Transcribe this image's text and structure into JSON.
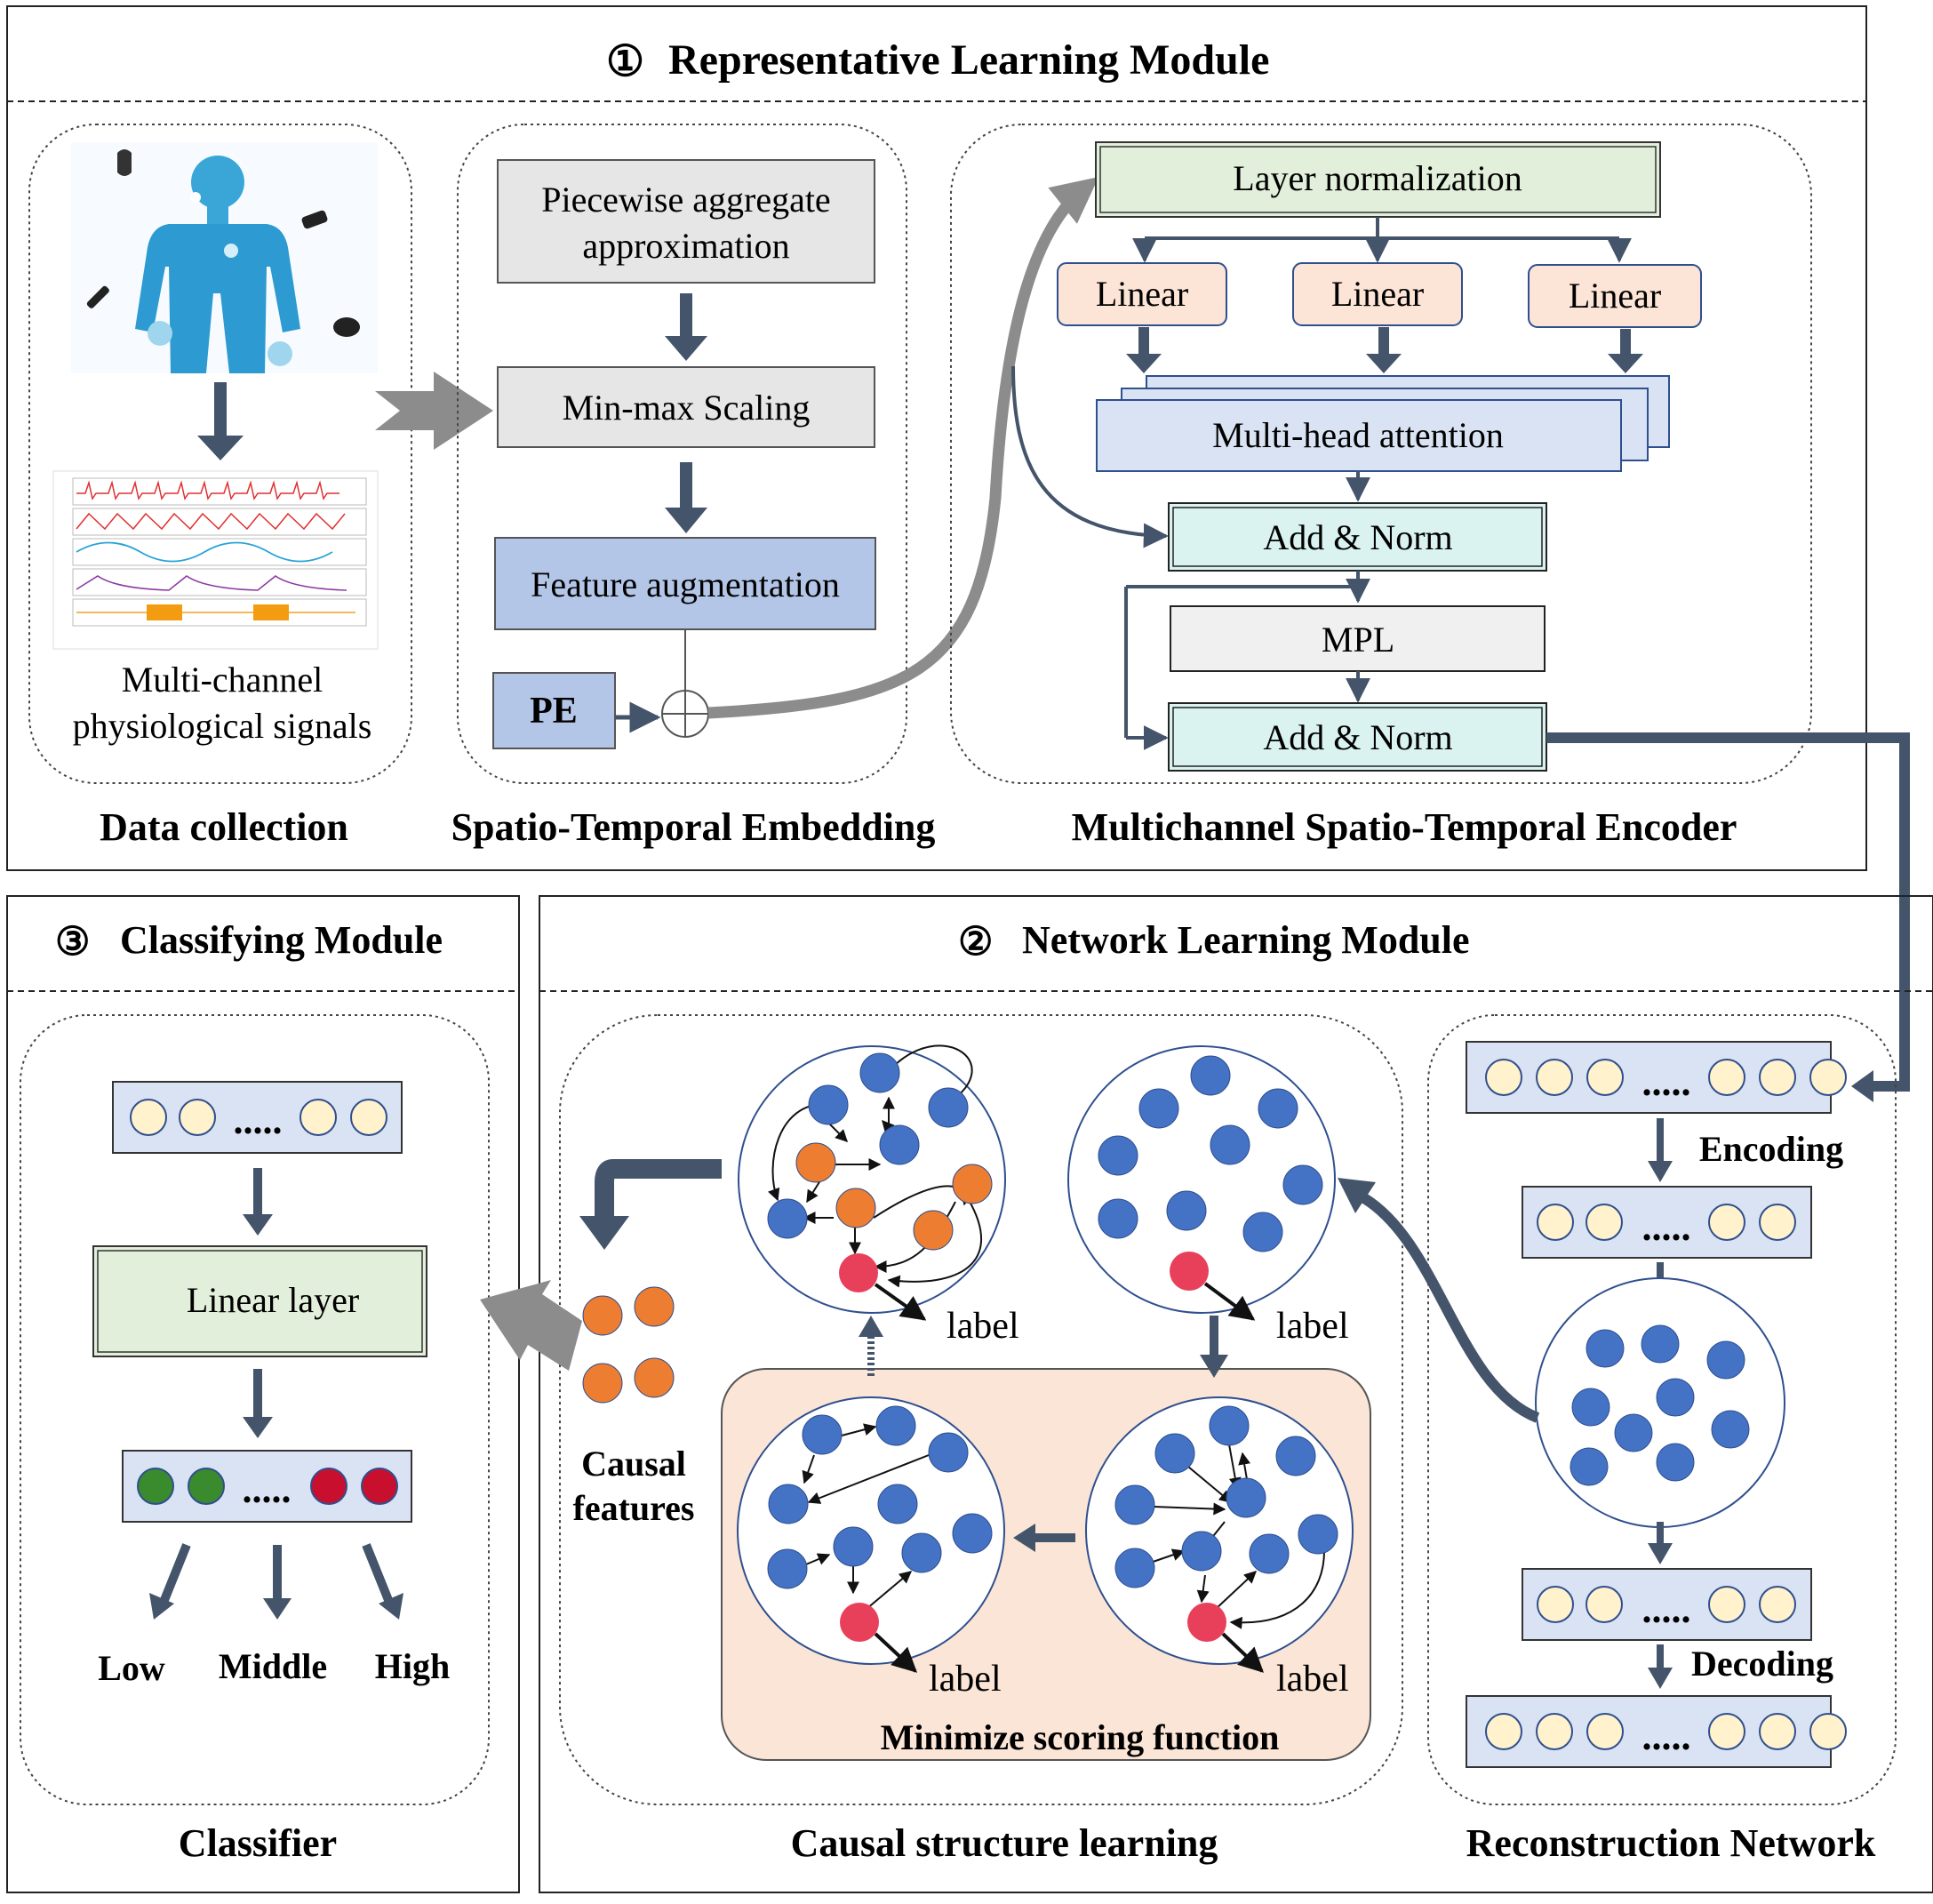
{
  "modules": {
    "representative": {
      "number": "①",
      "title": "Representative Learning Module"
    },
    "network": {
      "number": "②",
      "title": "Network Learning Module"
    },
    "classifying": {
      "number": "③",
      "title": "Classifying Module"
    }
  },
  "data_collection": {
    "signal_caption_line1": "Multi-channel",
    "signal_caption_line2": "physiological signals",
    "section_label": "Data collection"
  },
  "embedding": {
    "paa_line1": "Piecewise aggregate",
    "paa_line2": "approximation",
    "minmax": "Min-max Scaling",
    "feature_aug": "Feature augmentation",
    "pe": "PE",
    "section_label": "Spatio-Temporal Embedding"
  },
  "encoder": {
    "layer_norm": "Layer normalization",
    "linear": [
      "Linear",
      "Linear",
      "Linear"
    ],
    "mha": "Multi-head attention",
    "add_norm_1": "Add & Norm",
    "mpl": "MPL",
    "add_norm_2": "Add & Norm",
    "section_label": "Multichannel  Spatio-Temporal  Encoder"
  },
  "classifier": {
    "dots": ".....",
    "linear_layer": "Linear layer",
    "outputs": [
      "Low",
      "Middle",
      "High"
    ],
    "section_label": "Classifier"
  },
  "causal": {
    "label_word": "label",
    "causal_features_line1": "Causal",
    "causal_features_line2": "features",
    "minimize": "Minimize scoring function",
    "section_label": "Causal  structure learning"
  },
  "reconstruction": {
    "dots": ".....",
    "encoding": "Encoding",
    "decoding": "Decoding",
    "section_label": "Reconstruction Network"
  },
  "colors": {
    "arrow_dark": "#44546a",
    "arrow_gray": "#8c8c8c",
    "node_blue": "#4472c4",
    "node_orange": "#ed7d31",
    "node_red": "#e8405a",
    "node_green": "#3a8a2e",
    "cream": "#fff2cc",
    "layer_green": "#e2efda",
    "box_gray": "#e7e6e6",
    "box_blue": "#b4c6e7",
    "box_peach": "#fce4d6",
    "box_teal": "#daf3f1",
    "panel_peach": "#fbe5d6",
    "vector_fill": "#dae3f3"
  }
}
